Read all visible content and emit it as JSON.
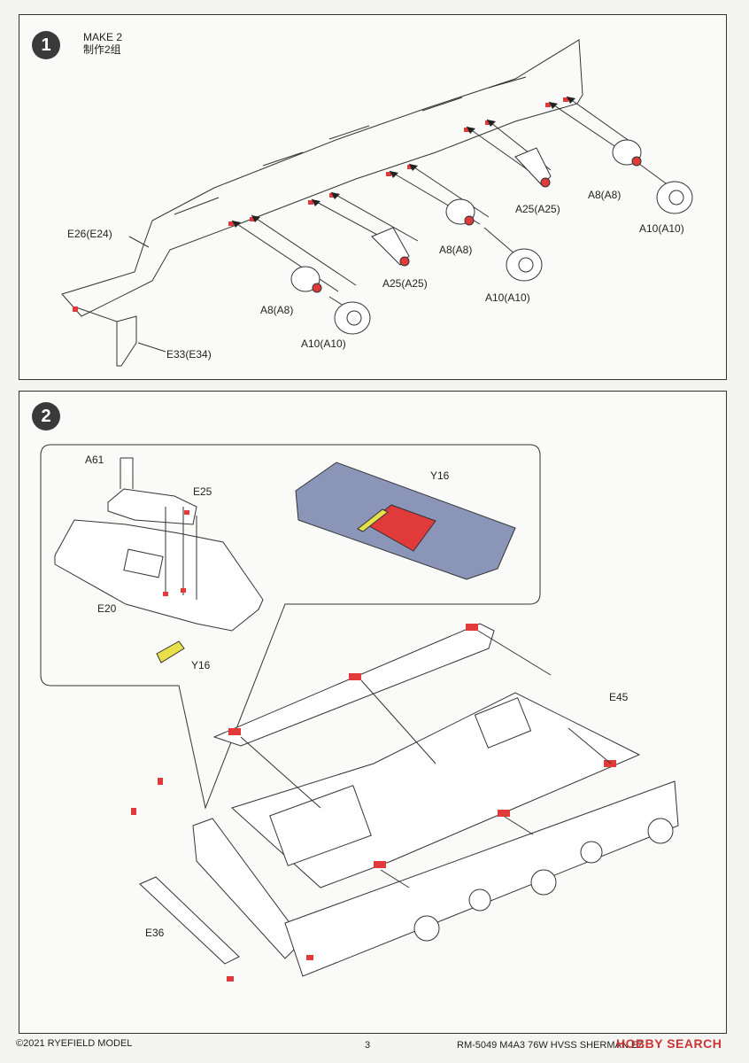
{
  "step1": {
    "number": "1",
    "make_label": "MAKE 2",
    "make_label_cn": "制作2组",
    "labels": {
      "e26": "E26(E24)",
      "e33": "E33(E34)",
      "a8_left": "A8(A8)",
      "a10_left": "A10(A10)",
      "a25_left": "A25(A25)",
      "a8_mid": "A8(A8)",
      "a10_mid": "A10(A10)",
      "a25_right": "A25(A25)",
      "a8_right": "A8(A8)",
      "a10_right": "A10(A10)"
    }
  },
  "step2": {
    "number": "2",
    "labels": {
      "a61": "A61",
      "e25": "E25",
      "e20": "E20",
      "y16_inset": "Y16",
      "y16_detail": "Y16",
      "e45": "E45",
      "e36": "E36"
    }
  },
  "footer": {
    "copyright": "©2021 RYEFIELD MODEL",
    "page": "3",
    "product": "RM-5049 M4A3 76W HVSS SHERMAN EZ",
    "watermark": "HOBBY SEARCH"
  },
  "colors": {
    "red_part": "#e03a3a",
    "yellow_part": "#e8e04a",
    "blue_part": "#8a95b8",
    "line": "#333333"
  }
}
